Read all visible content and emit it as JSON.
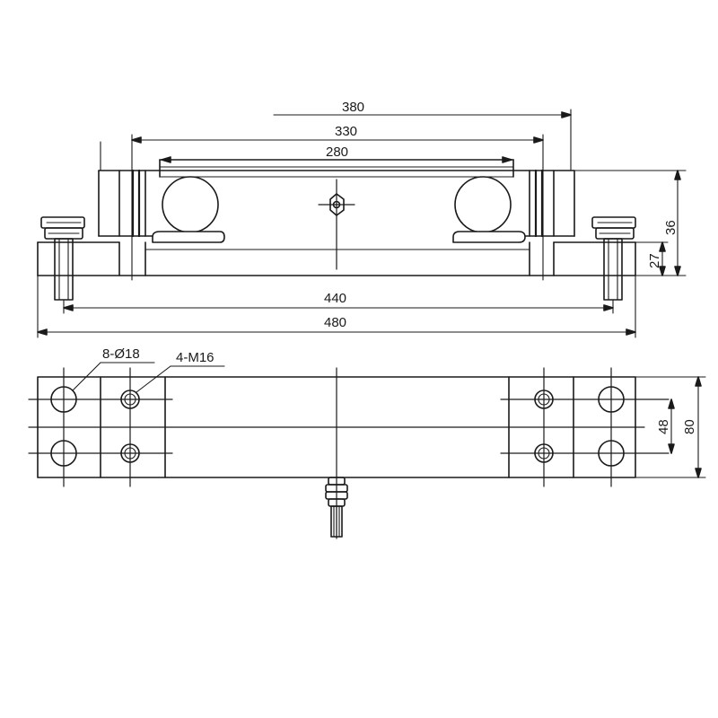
{
  "dimensions": {
    "d380": "380",
    "d330": "330",
    "d280": "280",
    "d440": "440",
    "d480": "480",
    "d36": "36",
    "d27": "27",
    "d48": "48",
    "d80": "80"
  },
  "callouts": {
    "holes": "8-Ø18",
    "threads": "4-M16"
  }
}
